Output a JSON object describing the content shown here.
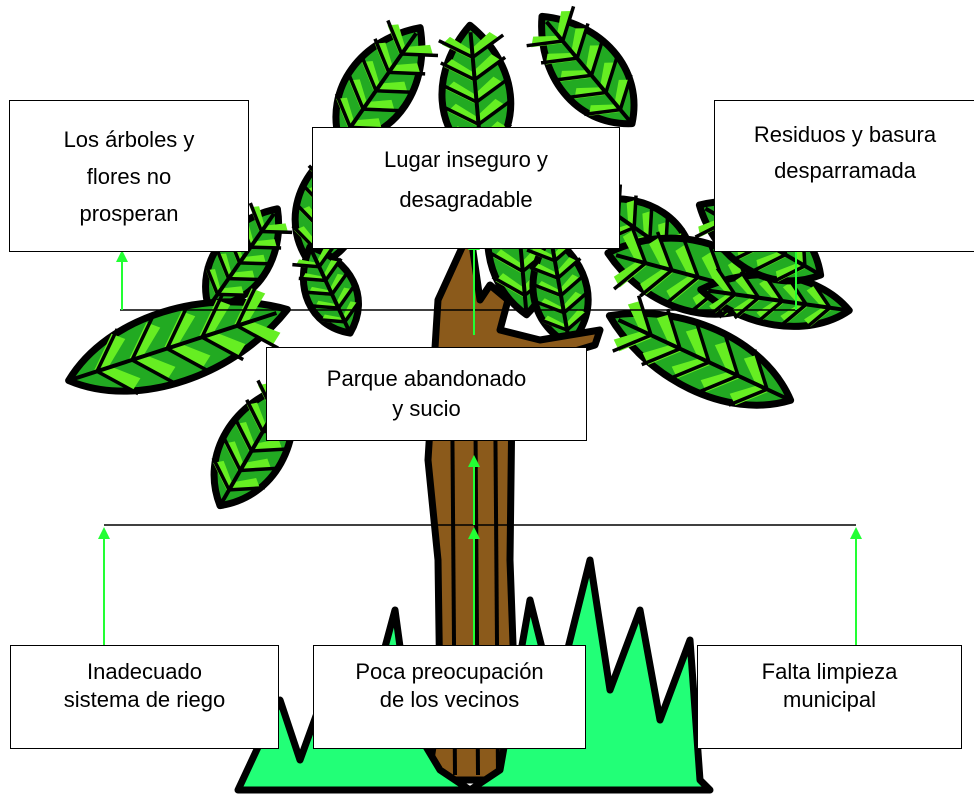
{
  "colors": {
    "leaf_light": "#66ee22",
    "leaf_dark": "#22aa22",
    "grass": "#22ff77",
    "trunk": "#8b5a1b",
    "arrow": "#22ff33",
    "line": "#000000"
  },
  "effects": [
    {
      "id": "trees",
      "text": "Los árboles y\nflores no\nprosperan"
    },
    {
      "id": "unsafe",
      "text": "Lugar inseguro y\ndesagradable"
    },
    {
      "id": "waste",
      "text": "Residuos y basura\ndesparramada"
    }
  ],
  "problem": {
    "text": "Parque abandonado\ny sucio"
  },
  "causes": [
    {
      "id": "irrigation",
      "text": "Inadecuado\nsistema de riego"
    },
    {
      "id": "neighbors",
      "text": "Poca preocupación\nde los vecinos"
    },
    {
      "id": "cleaning",
      "text": "Falta limpieza\nmunicipal"
    }
  ]
}
